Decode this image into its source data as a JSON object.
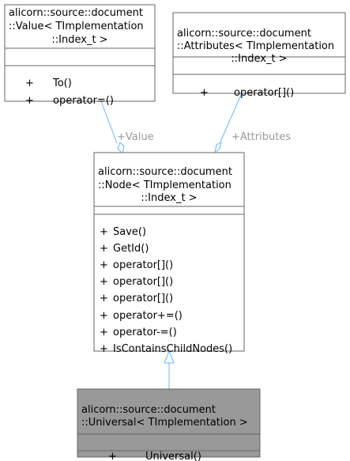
{
  "diagram": {
    "classes": {
      "value": {
        "title_lines": [
          "alicorn::source::document",
          "::Value< TImplementation",
          "::Index_t >"
        ],
        "members": [
          {
            "visibility": "+",
            "name": "To()"
          },
          {
            "visibility": "+",
            "name": "operator=()"
          }
        ]
      },
      "attributes": {
        "title_lines": [
          "alicorn::source::document",
          "::Attributes< TImplementation",
          "::Index_t >"
        ],
        "members": [
          {
            "visibility": "+",
            "name": "operator[]()"
          }
        ]
      },
      "node": {
        "title_lines": [
          "alicorn::source::document",
          "::Node< TImplementation",
          "::Index_t >"
        ],
        "members": [
          {
            "visibility": "+",
            "name": "Save()"
          },
          {
            "visibility": "+",
            "name": "GetId()"
          },
          {
            "visibility": "+",
            "name": "operator[]()"
          },
          {
            "visibility": "+",
            "name": "operator[]()"
          },
          {
            "visibility": "+",
            "name": "operator[]()"
          },
          {
            "visibility": "+",
            "name": "operator+=()"
          },
          {
            "visibility": "+",
            "name": "operator-=()"
          },
          {
            "visibility": "+",
            "name": "IsContainsChildNodes()"
          }
        ]
      },
      "universal": {
        "title_lines": [
          "alicorn::source::document",
          "::Universal< TImplementation >"
        ],
        "members": [
          {
            "visibility": "+",
            "name": "Universal()"
          }
        ]
      }
    },
    "relations": {
      "value_role": "+Value",
      "attributes_role": "+Attributes"
    },
    "colors": {
      "box_border": "#666666",
      "box_fill": "#ffffff",
      "highlight_fill": "#999999",
      "connector": "#63b8ff",
      "role_text": "#9a9a9a",
      "text": "#000000"
    }
  }
}
